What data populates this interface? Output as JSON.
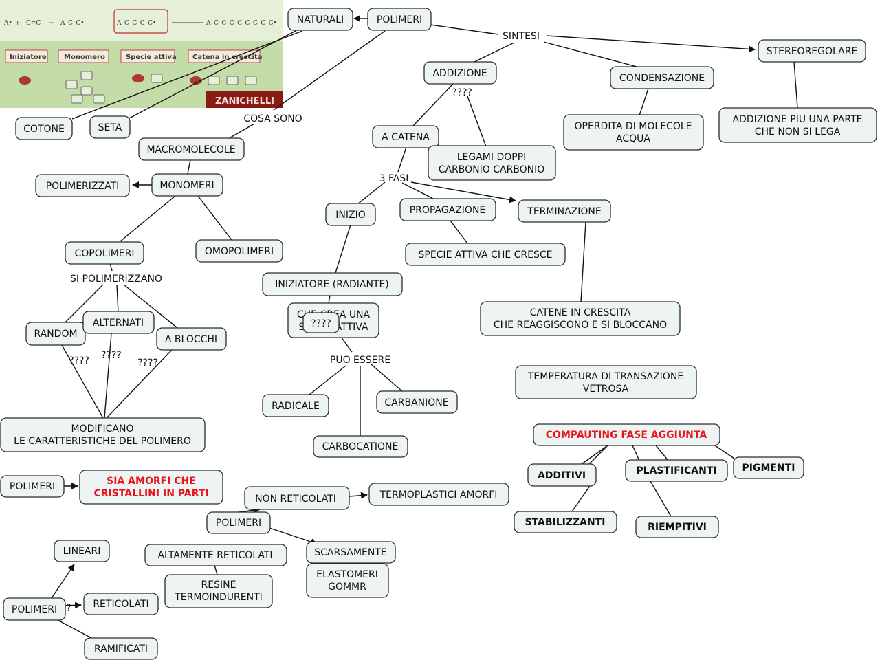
{
  "image": {
    "formula_labels": [
      "A•",
      "+",
      "C=C",
      "→",
      "A–C–C•",
      "A–C–C–C–C•",
      "A–C–C–C–C–C–C–C–C•"
    ],
    "captions": [
      "Iniziatore",
      "Monomero",
      "Specie attiva",
      "Catena in crescita"
    ],
    "publisher": "ZANICHELLI"
  },
  "nodes": {
    "naturali": "NATURALI",
    "polimeri_top": "POLIMERI",
    "cotone": "COTONE",
    "seta": "SETA",
    "addizione": "ADDIZIONE",
    "condensazione": "CONDENSAZIONE",
    "stereoregolare": "STEREOREGOLARE",
    "perdita_1": "OPERDITA DI MOLECOLE",
    "perdita_2": "ACQUA",
    "addizione_piu_1": "ADDIZIONE PIU UNA PARTE",
    "addizione_piu_2": "CHE NON SI LEGA",
    "a_catena": "A CATENA",
    "legami_1": "LEGAMI DOPPI",
    "legami_2": "CARBONIO CARBONIO",
    "macromolecole": "MACROMOLECOLE",
    "monomeri": "MONOMERI",
    "polimerizzati": "POLIMERIZZATI",
    "inizio": "INIZIO",
    "propagazione": "PROPAGAZIONE",
    "terminazione": "TERMINAZIONE",
    "specie_attiva": "SPECIE ATTIVA CHE CRESCE",
    "copolimeri": "COPOLIMERI",
    "omopolimeri": "OMOPOLIMERI",
    "iniziatore": "INIZIATORE (RADIANTE)",
    "crea_1": "CHE CREA UNA",
    "crea_2": "SPECIE ATTIVA",
    "catene_1": "CATENE IN CRESCITA",
    "catene_2": "CHE REAGGISCONO E SI BLOCCANO",
    "random": "RANDOM",
    "alternati": "ALTERNATI",
    "a_blocchi": "A BLOCCHI",
    "radicale": "RADICALE",
    "carbanione": "CARBANIONE",
    "carbocatione": "CARBOCATIONE",
    "temperatura_1": "TEMPERATURA DI TRANSAZIONE",
    "temperatura_2": "VETROSA",
    "modificano_1": "MODIFICANO",
    "modificano_2": "LE CARATTERISTICHE DEL POLIMERO",
    "compaunding": "COMPAUTING FASE AGGIUNTA",
    "additivi": "ADDITIVI",
    "plastificanti": "PLASTIFICANTI",
    "pigmenti": "PIGMENTI",
    "stabilizzanti": "STABILIZZANTI",
    "riempitivi": "RIEMPITIVI",
    "polimeri_amorfi": "POLIMERI",
    "amorfi_1": "SIA AMORFI CHE",
    "amorfi_2": "CRISTALLINI IN PARTI",
    "non_reticolati": "NON RETICOLATI",
    "termoplastici": "TERMOPLASTICI AMORFI",
    "polimeri_mid": "POLIMERI",
    "altamente": "ALTAMENTE RETICOLATI",
    "scarsamente": "SCARSAMENTE",
    "resine_1": "RESINE",
    "resine_2": "TERMOINDURENTI",
    "elastomeri_1": "ELASTOMERI",
    "elastomeri_2": "GOMMR",
    "lineari": "LINEARI",
    "polimeri_bottom": "POLIMERI",
    "reticolati": "RETICOLATI",
    "ramificati": "RAMIFICATI",
    "overlay_q": "????"
  },
  "links": {
    "sintesi": "SINTESI",
    "cosa_sono": "COSA SONO",
    "q_addizione": "????",
    "tre_fasi": "3 FASI",
    "si_polimerizzano": "SI POLIMERIZZANO",
    "puo_essere": "PUO ESSERE",
    "q_random": "????",
    "q_alternati": "????",
    "q_blocchi": "????",
    "q_small": "?"
  },
  "colors": {
    "node_fill": "#eef3f4",
    "node_border": "#2b2b2b",
    "accent_red": "#e8141b",
    "image_bg": "#c4dca8"
  }
}
